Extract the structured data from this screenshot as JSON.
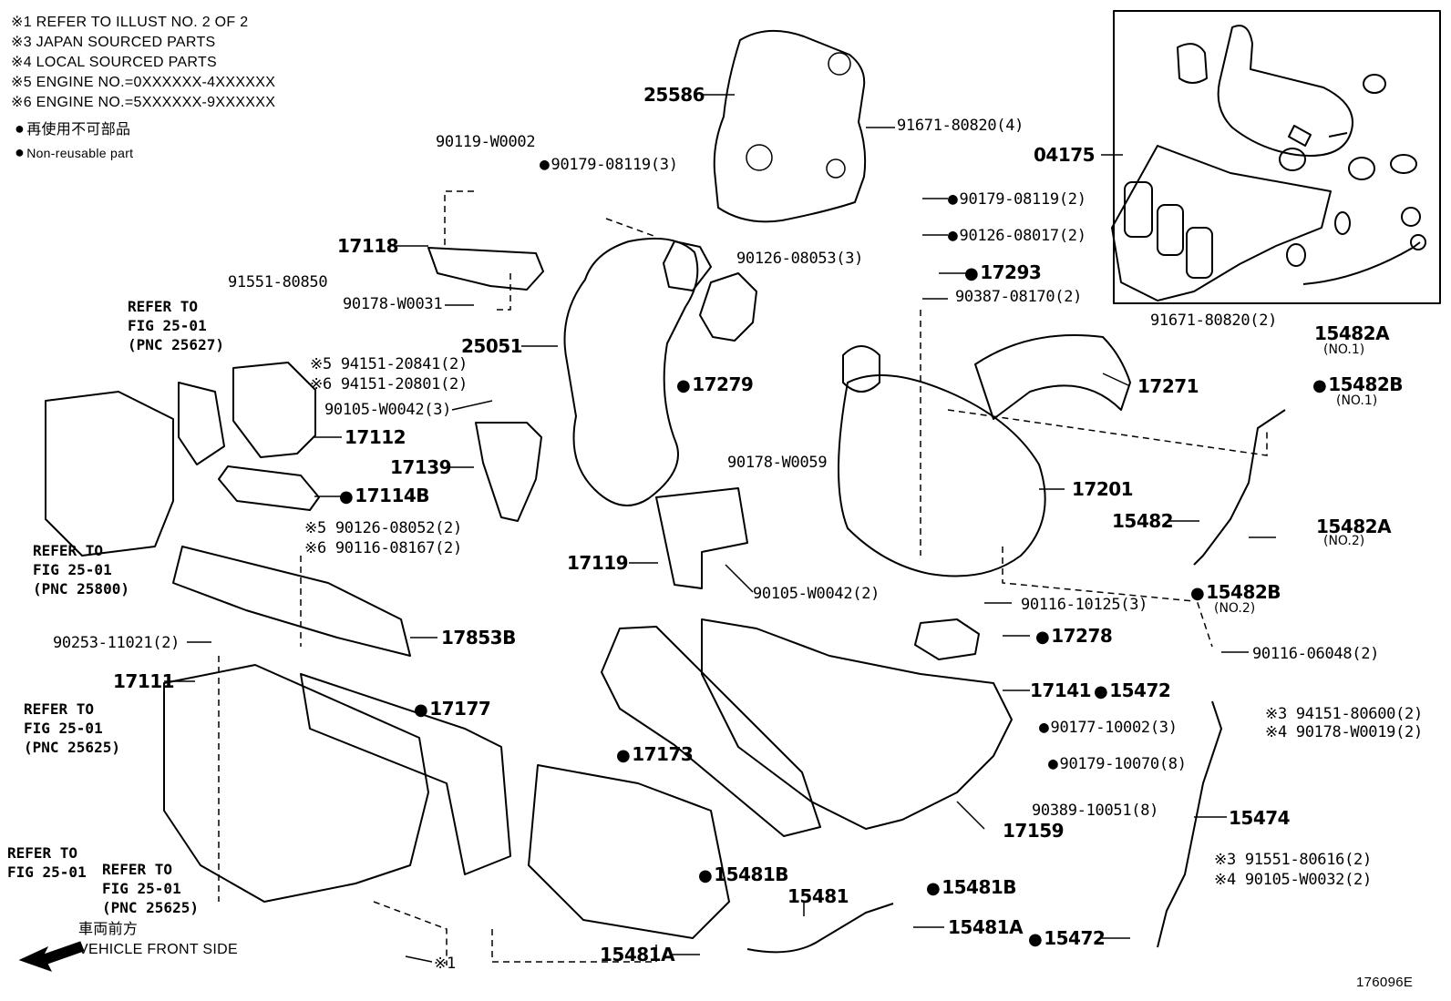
{
  "legend": {
    "lines": [
      "※1  REFER TO ILLUST NO. 2 OF 2",
      "※3  JAPAN SOURCED PARTS",
      "※4  LOCAL SOURCED PARTS",
      "※5 ENGINE NO.=0XXXXXX-4XXXXXX",
      "※6 ENGINE NO.=5XXXXXX-9XXXXXX"
    ],
    "nonreusable_jp": "再使用不可部品",
    "nonreusable_en": "Non-reusable part"
  },
  "refs": {
    "fig_25627": [
      "REFER TO",
      "FIG 25-01",
      "(PNC 25627)"
    ],
    "fig_25800": [
      "REFER TO",
      "FIG 25-01",
      "(PNC 25800)"
    ],
    "fig_25625_a": [
      "REFER TO",
      "FIG 25-01",
      "(PNC 25625)"
    ],
    "fig_plain": [
      "REFER TO",
      "FIG 25-01"
    ],
    "fig_25625_b": [
      "REFER TO",
      "FIG 25-01",
      "(PNC 25625)"
    ]
  },
  "front": {
    "jp": "車両前方",
    "en": "VEHICLE FRONT SIDE"
  },
  "code": "176096E",
  "labels": {
    "p25586": "25586",
    "p91671_a": "91671-80820(4)",
    "p04175": "04175",
    "p90119": "90119-W0002",
    "p90179_a": "90179-08119(3)",
    "p17118": "17118",
    "p91551": "91551-80850",
    "p90178_a": "90178-W0031",
    "p25051": "25051",
    "p90126_a": "90126-08053(3)",
    "p90179_b": "90179-08119(2)",
    "p90126_b": "90126-08017(2)",
    "p17293": "17293",
    "p90387": "90387-08170(2)",
    "p94151_a": "※5 94151-20841(2)",
    "p94151_b": "※6 94151-20801(2)",
    "p90105_a": "90105-W0042(3)",
    "p17279": "17279",
    "p91671_b": "91671-80820(2)",
    "p15482A_1": "15482A",
    "p15482A_1n": "(NO.1)",
    "p15482B_1": "15482B",
    "p15482B_1n": "(NO.1)",
    "p17271": "17271",
    "p17112": "17112",
    "p17139": "17139",
    "p17114B": "17114B",
    "p90178_b": "90178-W0059",
    "p17201": "17201",
    "p15482": "15482",
    "p15482A_2": "15482A",
    "p15482A_2n": "(NO.2)",
    "p90126_c": "※5 90126-08052(2)",
    "p90116_a": "※6 90116-08167(2)",
    "p17119": "17119",
    "p90105_b": "90105-W0042(2)",
    "p15482B_2": "15482B",
    "p15482B_2n": "(NO.2)",
    "p90116_b": "90116-10125(3)",
    "p17278": "17278",
    "p17853B": "17853B",
    "p90253": "90253-11021(2)",
    "p90116_c": "90116-06048(2)",
    "p17111": "17111",
    "p17177": "17177",
    "p17141": "17141",
    "p15472_a": "15472",
    "p94151_c": "※3 94151-80600(2)",
    "p90178_c": "※4 90178-W0019(2)",
    "p90177": "90177-10002(3)",
    "p17173": "17173",
    "p90179_c": "90179-10070(8)",
    "p90389": "90389-10051(8)",
    "p17159": "17159",
    "p15474": "15474",
    "p91551_b": "※3 91551-80616(2)",
    "p90105_c": "※4 90105-W0032(2)",
    "p15481B_a": "15481B",
    "p15481": "15481",
    "p15481B_b": "15481B",
    "p15481A_a": "15481A",
    "p15481A_b": "15481A",
    "p15472_b": "15472",
    "p_x1": "※1"
  }
}
